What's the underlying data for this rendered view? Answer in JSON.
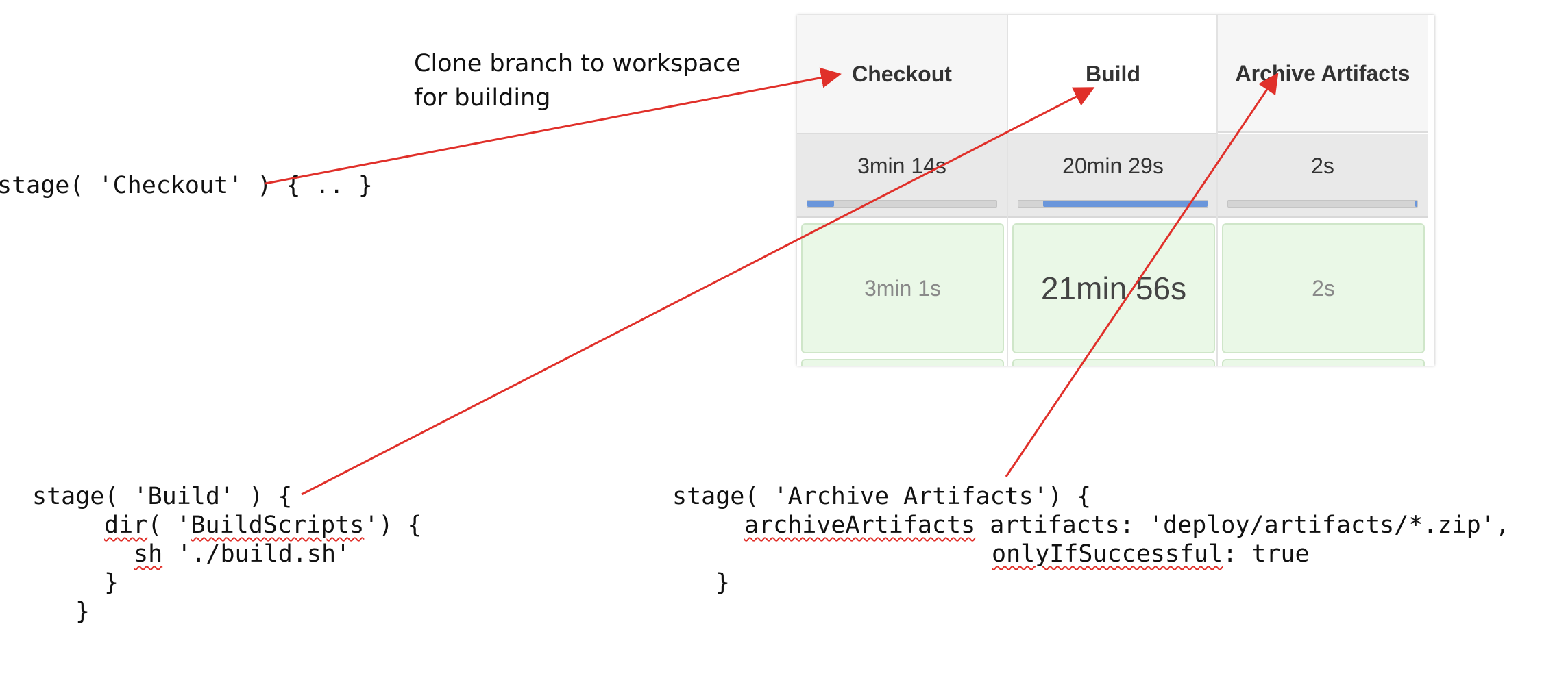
{
  "annotation": {
    "line1": "Clone branch to workspace",
    "line2": "for building"
  },
  "code": {
    "checkout": "stage( 'Checkout' ) { .. }",
    "build": {
      "line1": "stage( 'Build' ) {",
      "dir_kw": "dir",
      "dir_mid": "( '",
      "dir_arg": "BuildScripts",
      "dir_end": "') {",
      "sh_kw": "sh",
      "sh_arg": " './build.sh'",
      "close_inner": "}",
      "close_outer": "}"
    },
    "archive": {
      "line1": "stage( 'Archive Artifacts') {",
      "fn": "archiveArtifacts",
      "args1": " artifacts: 'deploy/artifacts/*.zip',",
      "arg2_key": "onlyIfSuccessful",
      "arg2_rest": ": true",
      "close": "}"
    }
  },
  "stage_view": {
    "stages": [
      {
        "name": "Checkout",
        "avg": "3min 14s",
        "progress_start": 0.0,
        "progress_fill": 0.14,
        "last": "3min 1s"
      },
      {
        "name": "Build",
        "avg": "20min 29s",
        "progress_start": 0.13,
        "progress_fill": 0.87,
        "last": "21min 56s"
      },
      {
        "name": "Archive Artifacts",
        "avg": "2s",
        "progress_start": 0.99,
        "progress_fill": 0.01,
        "last": "2s"
      }
    ]
  },
  "colors": {
    "arrow": "#e0302a",
    "success_cell": "#eaf8e7",
    "progress": "#6a96db"
  }
}
